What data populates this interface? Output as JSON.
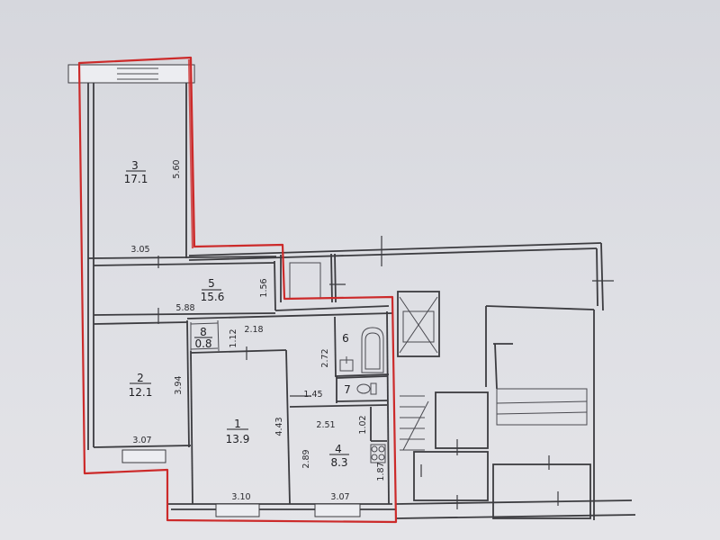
{
  "colors": {
    "outline": "#cc2a2a",
    "wall": "#3c3c40",
    "paper": "#dcdde2"
  },
  "rooms": [
    {
      "id": "r1",
      "number": "1",
      "area": "13.9"
    },
    {
      "id": "r2",
      "number": "2",
      "area": "12.1"
    },
    {
      "id": "r3",
      "number": "3",
      "area": "17.1"
    },
    {
      "id": "r4",
      "number": "4",
      "area": "8.3"
    },
    {
      "id": "r5",
      "number": "5",
      "area": "15.6"
    },
    {
      "id": "r6",
      "number": "6",
      "area": ""
    },
    {
      "id": "r7",
      "number": "7",
      "area": ""
    },
    {
      "id": "r8",
      "number": "8",
      "area": "0.8"
    }
  ],
  "dimensions": {
    "r3_height": "5.60",
    "r3_width": "3.05",
    "r5_depth": "1.56",
    "r5_width": "5.88",
    "r8_width": "2.18",
    "r8_depth": "1.12",
    "r6_depth": "2.72",
    "r7_width": "1.45",
    "r2_depth": "3.94",
    "r2_width": "3.07",
    "r1_depth": "4.43",
    "r1_width": "3.10",
    "r4_width_top": "2.51",
    "r4_nook": "1.02",
    "r4_depth": "2.89",
    "r4_width": "3.07",
    "r4_side": "1.87"
  }
}
